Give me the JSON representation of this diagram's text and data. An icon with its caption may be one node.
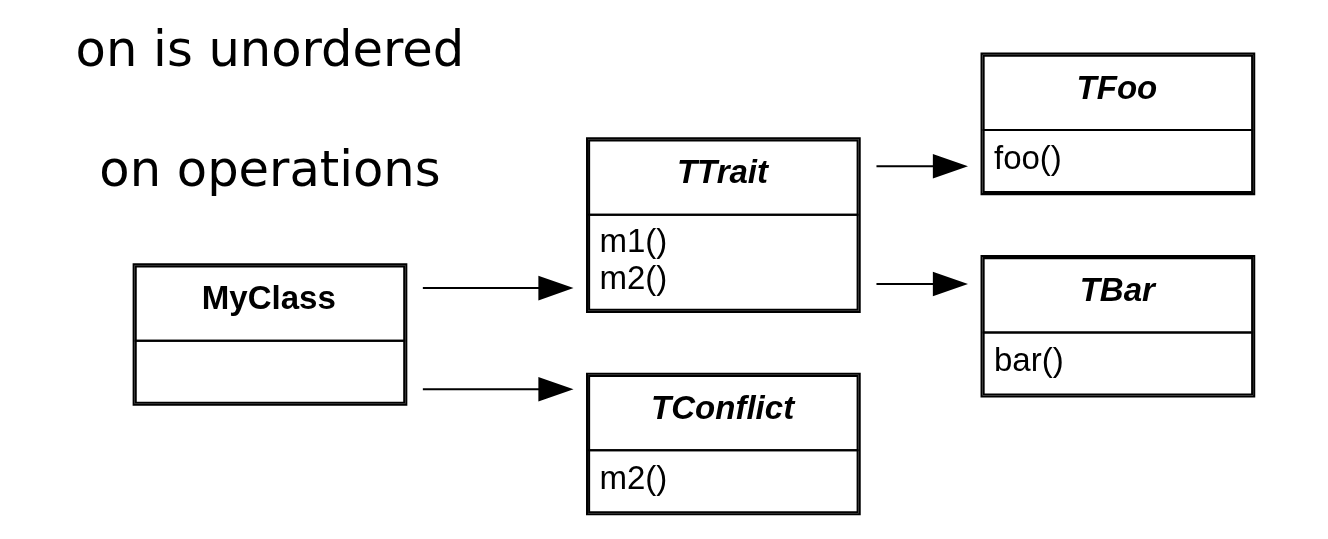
{
  "diagram": {
    "nodes": [
      {
        "text": [
          "MyClass"
        ]
      },
      {
        "text": [
          "TTrait",
          "m1()",
          "m2()"
        ]
      },
      {
        "text": [
          "TConflict",
          "m2()"
        ]
      },
      {
        "text": [
          "TFoo",
          "foo()"
        ]
      },
      {
        "text": [
          "TBar",
          "bar()"
        ]
      }
    ],
    "edges": [
      {
        "from": 0,
        "to": 1,
        "arrow": "to"
      },
      {
        "from": 0,
        "to": 2,
        "arrow": "to"
      },
      {
        "from": 1,
        "to": 3,
        "arrow": "to"
      },
      {
        "from": 1,
        "to": 4,
        "arrow": "to"
      }
    ],
    "labels": [
      "on is unordered",
      "on operations"
    ]
  }
}
